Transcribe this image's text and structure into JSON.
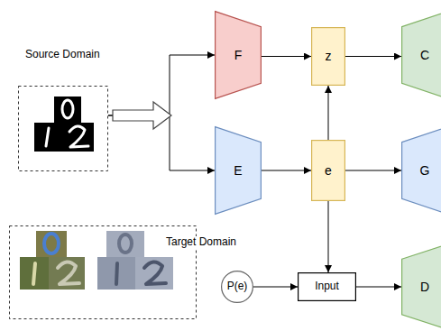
{
  "diagram": {
    "nodes": [
      {
        "text": [
          "Source Domain"
        ]
      },
      {
        "text": [
          "F"
        ]
      },
      {
        "text": [
          "z"
        ]
      },
      {
        "text": [
          "C"
        ]
      },
      {
        "text": [
          "E"
        ]
      },
      {
        "text": [
          "e"
        ]
      },
      {
        "text": [
          "G"
        ]
      },
      {
        "text": [
          "Target Domain"
        ]
      },
      {
        "text": [
          "P(e)"
        ]
      },
      {
        "text": [
          "Input"
        ]
      },
      {
        "text": [
          "D"
        ]
      }
    ],
    "edges": [
      {
        "from": 0,
        "to": 1,
        "arrow": "to"
      },
      {
        "from": 0,
        "to": 4,
        "arrow": "to"
      },
      {
        "from": 1,
        "to": 2,
        "arrow": "to"
      },
      {
        "from": 5,
        "to": 2,
        "arrow": "to"
      },
      {
        "from": 2,
        "to": 3,
        "arrow": "to"
      },
      {
        "from": 4,
        "to": 5,
        "arrow": "to"
      },
      {
        "from": 5,
        "to": 6,
        "arrow": "to"
      },
      {
        "from": 5,
        "to": 9,
        "arrow": "to"
      },
      {
        "from": 8,
        "to": 9,
        "arrow": "to"
      },
      {
        "from": 9,
        "to": 10,
        "arrow": "to"
      }
    ]
  }
}
